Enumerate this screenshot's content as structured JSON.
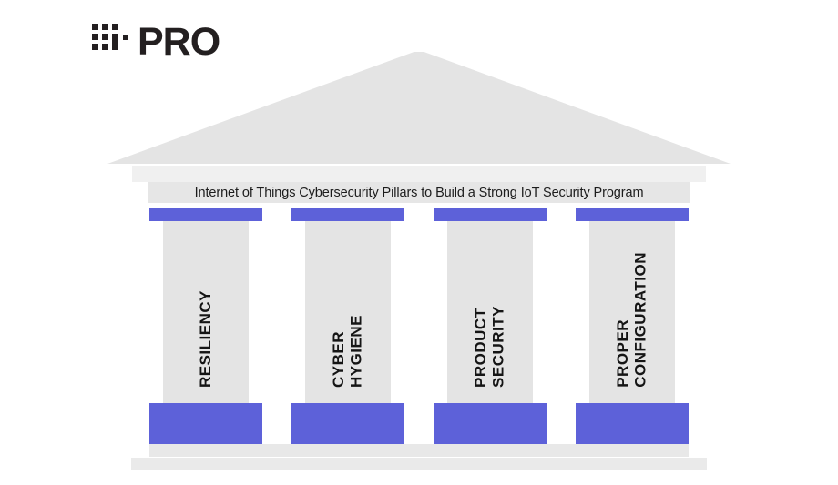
{
  "logo": {
    "brand": "PRO",
    "mark_icon": "i-pro-dot-matrix-mark"
  },
  "banner": {
    "text": "Internet of Things Cybersecurity Pillars to Build a Strong IoT Security Program"
  },
  "pillars": [
    {
      "label": "RESILIENCY"
    },
    {
      "label": "CYBER\nHYGIENE"
    },
    {
      "label": "PRODUCT\nSECURITY"
    },
    {
      "label": "PROPER\nCONFIGURATION"
    }
  ],
  "colors": {
    "accent": "#5d61d9",
    "ink": "#231f20",
    "roof": "#e4e4e4",
    "architrave": "#f0f0f0",
    "frieze": "#e6e6e6",
    "shaft": "#e4e4e4",
    "step-upper": "#e8e8e8",
    "step-lower": "#eaeaea"
  }
}
